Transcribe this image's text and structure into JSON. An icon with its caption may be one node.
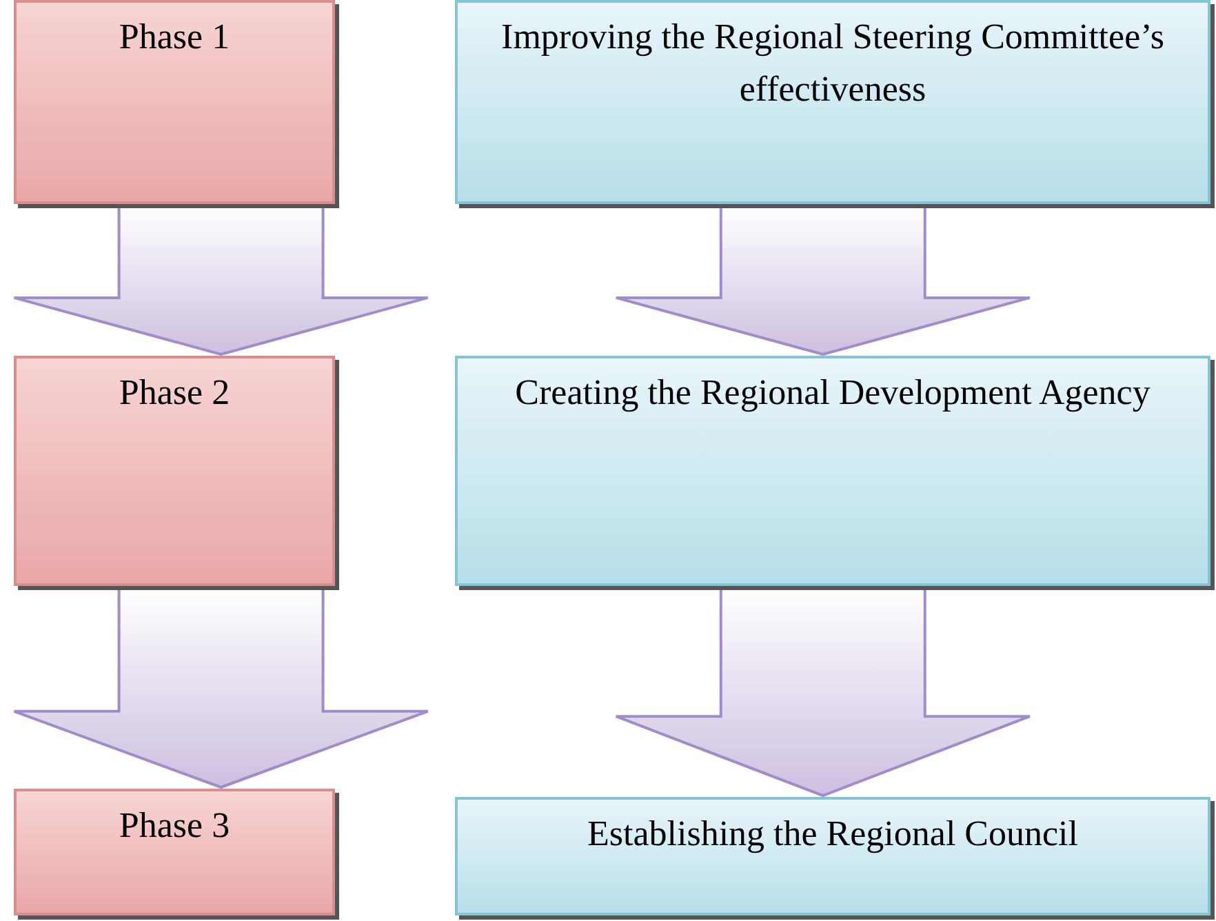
{
  "diagram": {
    "nodes": [
      {
        "text": [
          "Phase 1"
        ]
      },
      {
        "text": [
          "Improving the Regional Steering Committee’s effectiveness"
        ]
      },
      {
        "text": [
          "Phase 2"
        ]
      },
      {
        "text": [
          "Creating the Regional Development Agency"
        ]
      },
      {
        "text": [
          "Phase 3"
        ]
      },
      {
        "text": [
          "Establishing the Regional Council"
        ]
      }
    ],
    "edges": [
      {
        "from": 0,
        "to": 2,
        "arrow": "to"
      },
      {
        "from": 1,
        "to": 3,
        "arrow": "to"
      },
      {
        "from": 2,
        "to": 4,
        "arrow": "to"
      },
      {
        "from": 3,
        "to": 5,
        "arrow": "to"
      }
    ]
  }
}
